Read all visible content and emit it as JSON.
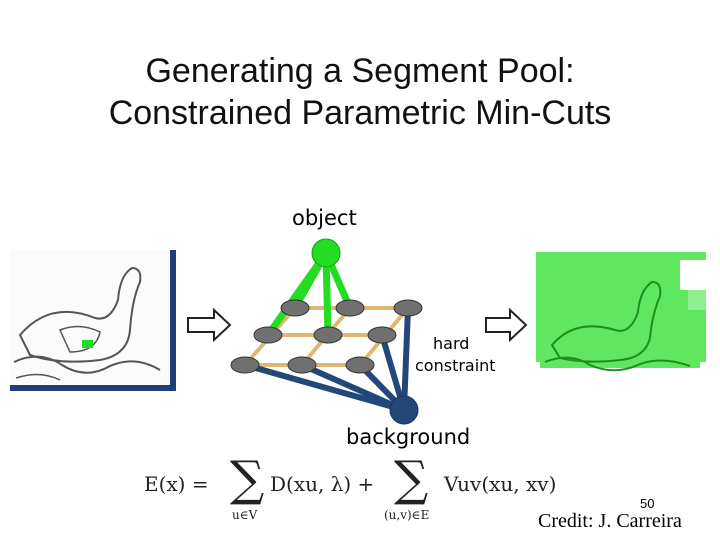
{
  "title": {
    "line1": "Generating a Segment Pool:",
    "line2": "Constrained Parametric Min-Cuts"
  },
  "diagram": {
    "object_label": "object",
    "hard_label_1": "hard",
    "hard_label_2": "constraint",
    "background_label": "background",
    "colors": {
      "object": "#22dd22",
      "background": "#24477a",
      "grid_edge": "#e0b772",
      "node": "#707070"
    }
  },
  "equation": {
    "lhs": "E(x) =",
    "sum1_sub": "u∈V",
    "term1": "D(xu, λ) +",
    "sum2_sub": "(u,v)∈E",
    "term2": "Vuv(xu, xv)"
  },
  "page_number": "50",
  "credit": "Credit: J. Carreira"
}
